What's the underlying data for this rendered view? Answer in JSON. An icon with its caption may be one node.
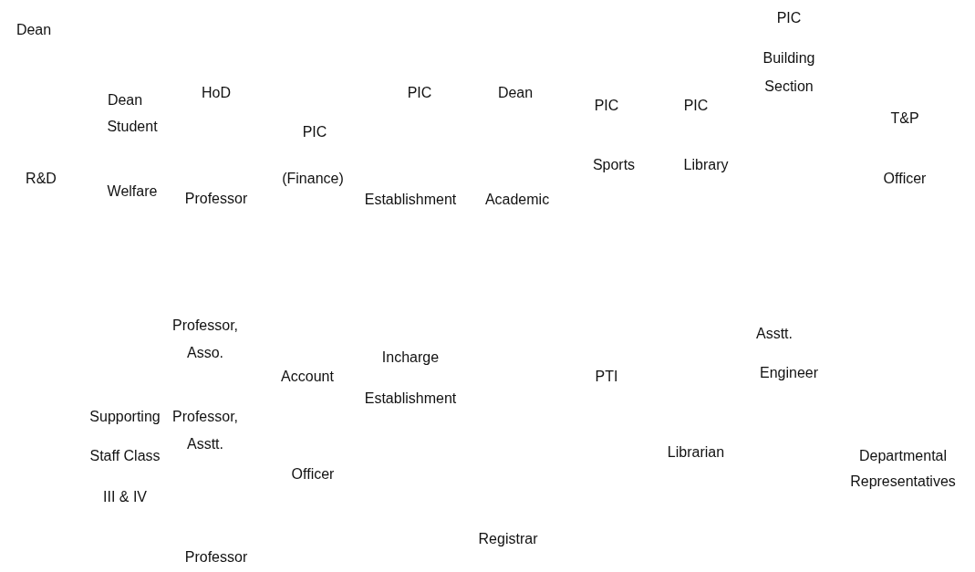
{
  "diagram": {
    "labels": [
      "PIC",
      "Dean",
      "Building",
      "Section",
      "Dean",
      "HoD",
      "PIC",
      "Dean",
      "PIC",
      "PIC",
      "T&P",
      "Student",
      "PIC",
      "Sports",
      "Library",
      "R&D",
      "(Finance)",
      "Officer",
      "Welfare",
      "Professor",
      "Establishment",
      "Academic",
      "Professor,",
      "Asstt.",
      "Asso.",
      "Incharge",
      "Account",
      "PTI",
      "Engineer",
      "Establishment",
      "Supporting",
      "Professor,",
      "Asstt.",
      "Staff Class",
      "Librarian",
      "Departmental",
      "Officer",
      "Representatives",
      "III & IV",
      "Registrar",
      "Professor"
    ]
  }
}
